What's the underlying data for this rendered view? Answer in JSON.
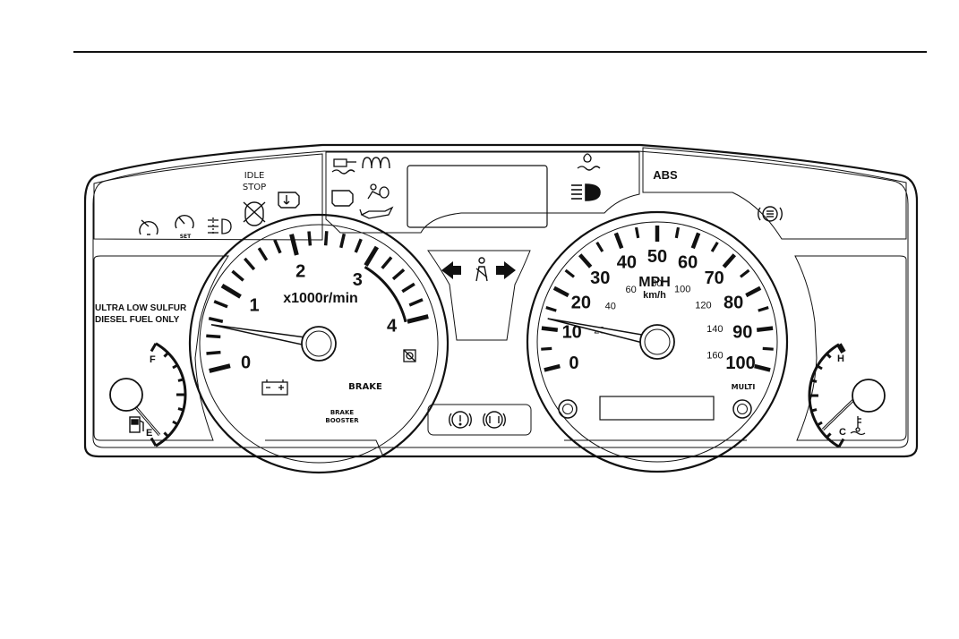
{
  "header_rule": true,
  "left_panel": {
    "idle_stop_line1": "IDLE",
    "idle_stop_line2": "STOP",
    "cruise_set_label": "SET",
    "fuel_note_line1": "ULTRA LOW SULFUR",
    "fuel_note_line2": "DIESEL FUEL ONLY",
    "fuel_full": "F",
    "fuel_empty": "E",
    "icons": [
      "cruise-control-icon",
      "cruise-set-icon",
      "fog-light-icon",
      "idle-stop-off-icon",
      "check-engine-icon",
      "fuel-pump-icon"
    ]
  },
  "center_panel": {
    "icons": [
      "low-coolant-icon",
      "glow-plug-icon",
      "engine-icon",
      "airbag-icon",
      "oil-pressure-icon",
      "water-in-fuel-icon",
      "high-beam-icon",
      "turn-left-icon",
      "seatbelt-icon",
      "turn-right-icon",
      "brake-warning-icon",
      "brake-pad-icon"
    ]
  },
  "tachometer": {
    "unit": "x1000r/min",
    "scale_labels": [
      "0",
      "1",
      "2",
      "3",
      "4"
    ],
    "needle_value": 0,
    "brake_label": "BRAKE",
    "brake_booster_line1": "BRAKE",
    "brake_booster_line2": "BOOSTER",
    "icons": [
      "battery-icon",
      "dpf-icon"
    ]
  },
  "speedometer": {
    "unit": "MPH",
    "unit_metric": "km/h",
    "mph_labels": [
      "0",
      "10",
      "20",
      "30",
      "40",
      "50",
      "60",
      "70",
      "80",
      "90",
      "100"
    ],
    "kmh_labels": [
      "20",
      "40",
      "60",
      "80",
      "100",
      "120",
      "140",
      "160"
    ],
    "needle_value": 0,
    "multi_label": "MULTI"
  },
  "right_panel": {
    "abs_label": "ABS",
    "temp_hot": "H",
    "temp_cold": "C",
    "icons": [
      "parking-brake-icon",
      "coolant-temp-icon"
    ]
  }
}
